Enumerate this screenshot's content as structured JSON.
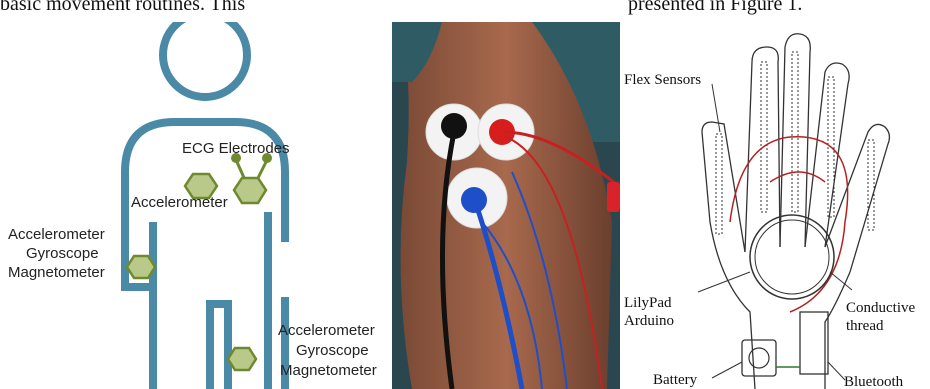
{
  "header": {
    "left_text": "basic movement routines. This",
    "right_text": "presented in Figure 1."
  },
  "body_diagram": {
    "ecg_label": "ECG Electrodes",
    "chest_label": "Accelerometer",
    "arm_label": [
      "Accelerometer",
      "Gyroscope",
      "Magnetometer"
    ],
    "leg_label": [
      "Accelerometer",
      "Gyroscope",
      "Magnetometer"
    ],
    "colors": {
      "outline": "#4a8aa6",
      "sensor": "#6f8a2e",
      "sensor_fill": "#b9c98a"
    }
  },
  "glove_diagram": {
    "flex_label": "Flex Sensors",
    "lilypad_label": [
      "LilyPad",
      "Arduino"
    ],
    "conductive_label": [
      "Conductive",
      "thread"
    ],
    "battery_label": "Battery",
    "bluetooth_label": "Bluetooth"
  }
}
